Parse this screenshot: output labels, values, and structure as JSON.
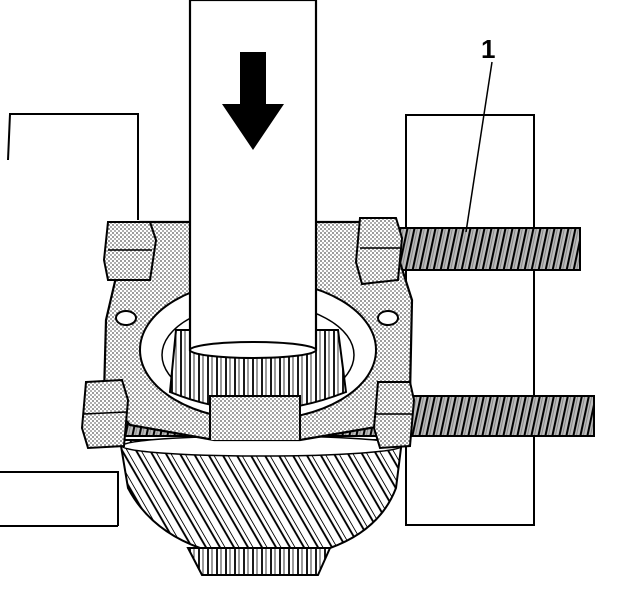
{
  "diagram": {
    "callouts": [
      {
        "label": "1",
        "target": "separator-tool-bolt"
      }
    ],
    "arrow": {
      "direction": "down"
    },
    "colors": {
      "outline": "#000000",
      "stipple": "#b8b8b8",
      "background": "#ffffff"
    }
  }
}
